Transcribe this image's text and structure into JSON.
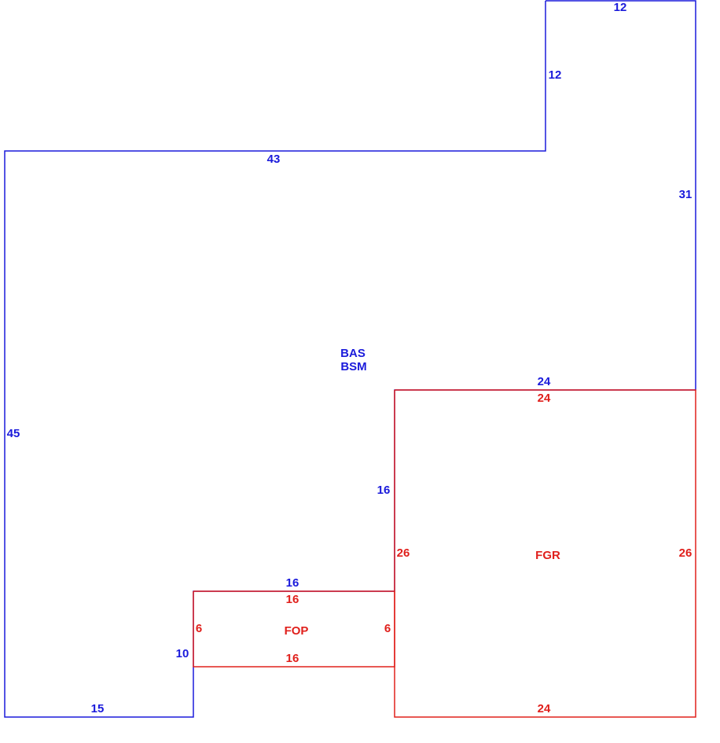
{
  "colors": {
    "main": "#1a1adb",
    "attached": "#e0201c"
  },
  "main_area": {
    "codes": [
      "BAS",
      "BSM"
    ]
  },
  "garage": {
    "code": "FGR"
  },
  "porch": {
    "code": "FOP"
  },
  "dimensions": {
    "main": {
      "top_right": "12",
      "step_vertical": "12",
      "top_left": "43",
      "right": "31",
      "left": "45",
      "garage_top": "24",
      "garage_left": "16",
      "porch_top": "16",
      "porch_left": "10",
      "bottom": "15"
    },
    "garage": {
      "top": "24",
      "left": "26",
      "right": "26",
      "bottom": "24"
    },
    "porch": {
      "top": "16",
      "left": "6",
      "right": "6",
      "bottom": "16"
    }
  }
}
